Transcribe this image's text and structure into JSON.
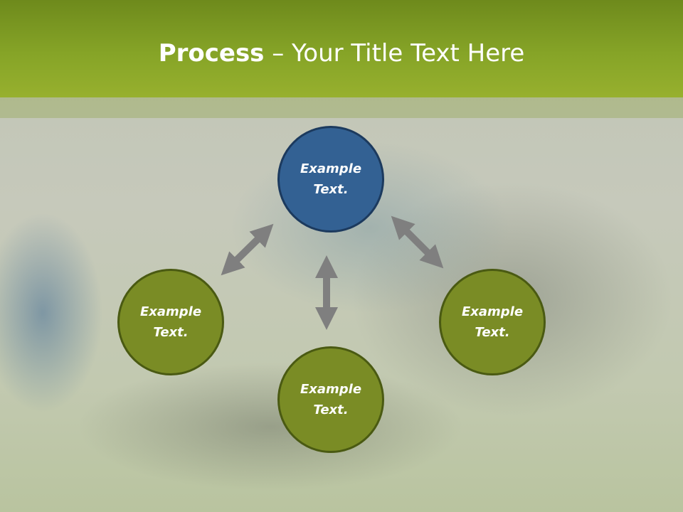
{
  "slide": {
    "title_bold": "Process",
    "title_rest": " – Your Title Text Here"
  },
  "nodes": {
    "top": {
      "line1": "Example",
      "line2": "Text."
    },
    "left": {
      "line1": "Example",
      "line2": "Text."
    },
    "right": {
      "line1": "Example",
      "line2": "Text."
    },
    "bottom": {
      "line1": "Example",
      "line2": "Text."
    }
  },
  "colors": {
    "header_green": "#86a427",
    "node_blue": "#336193",
    "node_green": "#7a8c25",
    "arrow_gray": "#7f7f7f"
  }
}
